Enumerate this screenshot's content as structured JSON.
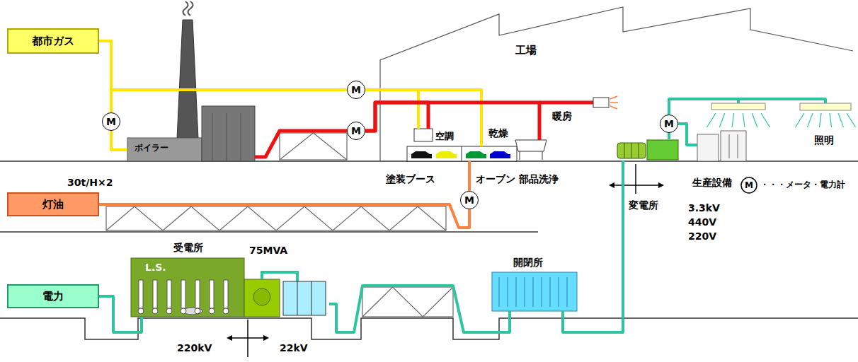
{
  "diagram": {
    "nodes": [
      {
        "text": [
          "都市ガス"
        ]
      },
      {
        "text": [
          "工場"
        ]
      },
      {
        "text": [
          "M"
        ]
      },
      {
        "text": [
          "M"
        ]
      },
      {
        "text": [
          "ボイラー"
        ]
      },
      {
        "text": [
          "M"
        ]
      },
      {
        "text": [
          "空調"
        ],
        "in": 1
      },
      {
        "text": [
          "塗装ブース"
        ],
        "in": 1
      },
      {
        "text": [
          "乾燥",
          "オーブン"
        ],
        "in": 1
      },
      {
        "text": [
          "暖房",
          "部品洗浄"
        ],
        "in": 1
      },
      {
        "text": [
          "変電所"
        ],
        "in": 1
      },
      {
        "text": [
          "M"
        ],
        "in": 1
      },
      {
        "text": [
          "生産設備"
        ],
        "in": 1
      },
      {
        "text": [
          "照明"
        ],
        "in": 1
      },
      {
        "text": [
          "灯油"
        ]
      },
      {
        "text": [
          "M"
        ]
      },
      {
        "text": [
          "電力"
        ]
      },
      {
        "text": [
          "受電所",
          "L.S."
        ]
      },
      {
        "text": [
          "開閉所"
        ]
      }
    ],
    "edges": [
      {
        "from": 0,
        "to": 3,
        "arrow": "none"
      },
      {
        "from": 3,
        "to": 4,
        "arrow": "none"
      },
      {
        "from": 0,
        "to": 2,
        "arrow": "none"
      },
      {
        "from": 2,
        "to": 6,
        "arrow": "none"
      },
      {
        "from": 2,
        "to": 8,
        "arrow": "none"
      },
      {
        "from": 4,
        "to": 5,
        "arrow": "none"
      },
      {
        "from": 5,
        "to": 6,
        "arrow": "none"
      },
      {
        "from": 5,
        "to": 9,
        "arrow": "none"
      },
      {
        "from": 14,
        "to": 15,
        "arrow": "none"
      },
      {
        "from": 15,
        "to": 8,
        "arrow": "none"
      },
      {
        "from": 16,
        "to": 17,
        "arrow": "none"
      },
      {
        "from": 17,
        "to": 18,
        "arrow": "none"
      },
      {
        "from": 18,
        "to": 10,
        "arrow": "none"
      },
      {
        "from": 10,
        "to": 11,
        "arrow": "none"
      },
      {
        "from": 11,
        "to": 12,
        "arrow": "none"
      },
      {
        "from": 11,
        "to": 13,
        "arrow": "none"
      }
    ],
    "labels": [
      "30t/H×2",
      "75MVA",
      "220kV",
      "22kV",
      "3.3kV",
      "440V",
      "220V",
      "M"
    ],
    "legend": [
      {
        "text": "・・・メータ・電力計"
      }
    ]
  }
}
